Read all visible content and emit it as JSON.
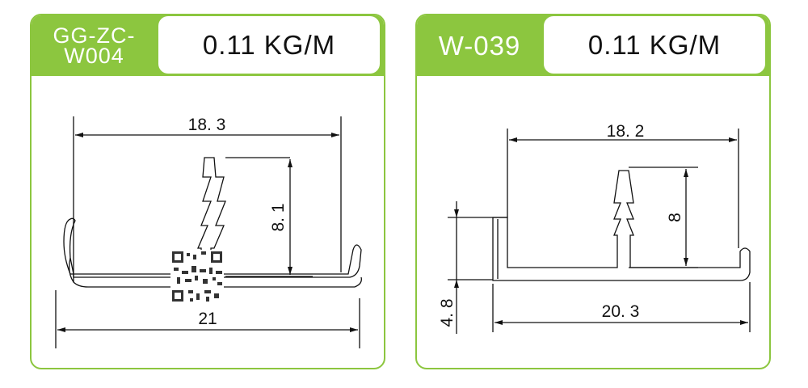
{
  "products": [
    {
      "code_lines": [
        "GG-ZC-",
        "W004"
      ],
      "weight": "0.11 KG/M",
      "dims": {
        "top_width": "18. 3",
        "height": "8. 1",
        "bottom_width": "21"
      }
    },
    {
      "code_lines": [
        "W-039"
      ],
      "weight": "0.11 KG/M",
      "dims": {
        "top_width": "18. 2",
        "height": "8",
        "left_height": "4. 8",
        "bottom_width": "20. 3"
      }
    }
  ],
  "colors": {
    "accent": "#8cc63f",
    "line": "#111111"
  }
}
